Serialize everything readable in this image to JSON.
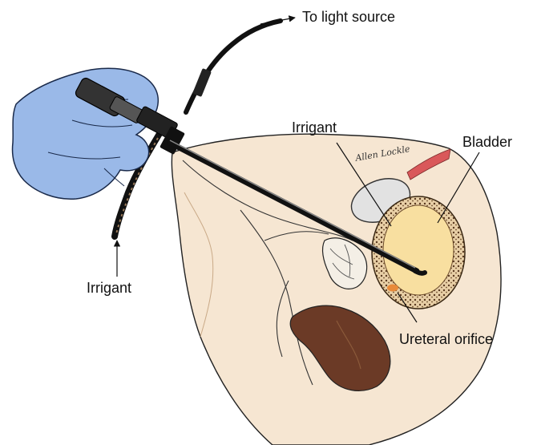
{
  "labels": {
    "light_source": "To light source",
    "irrigant_top": "Irrigant",
    "bladder": "Bladder",
    "irrigant_bottom": "Irrigant",
    "ureteral_orifice": "Ureteral orifice"
  },
  "signature": "Allen Lockle",
  "colors": {
    "skin": "#f6e6d2",
    "skin_shadow": "#efd6bd",
    "bladder_fill": "#f8dfa0",
    "bladder_wall": "#7a5a3a",
    "rectum": "#6b3a26",
    "glove": "#9ab9e8",
    "glove_outline": "#1a2a4a",
    "instrument": "#222222",
    "pubic_bone": "#e2e2e2",
    "orifice": "#e88a3a",
    "pelvic_vessel": "#d9585a"
  }
}
